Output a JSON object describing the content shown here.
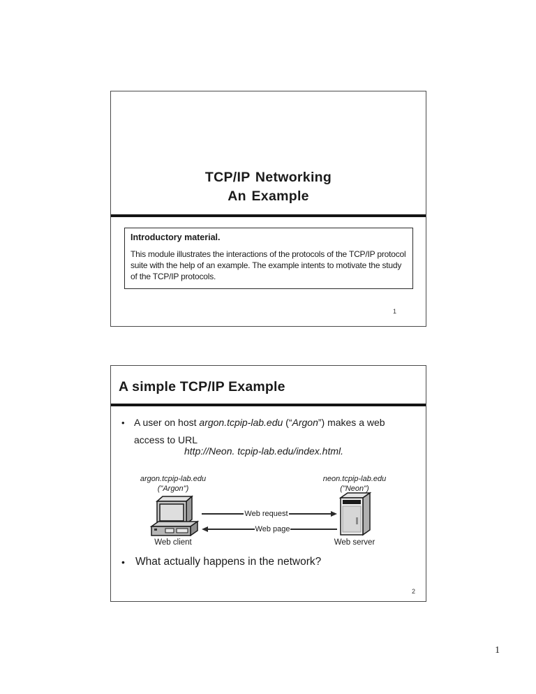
{
  "document": {
    "page_number": "1"
  },
  "colors": {
    "divider": "#141414",
    "text": "#1a1a1a",
    "slide_border": "#4a4a4a"
  },
  "slide1": {
    "title_line1": "TCP/IP Networking",
    "title_line2": "An Example",
    "intro_box": {
      "heading": "Introductory material.",
      "body": "This module illustrates the interactions of the protocols of the TCP/IP protocol suite with the help of an example. The example intents to motivate the study of the TCP/IP protocols."
    },
    "page_number": "1"
  },
  "slide2": {
    "title": "A simple TCP/IP Example",
    "bullet1": {
      "marker": "•",
      "seg_normal1": "A user on host ",
      "seg_italic1": "argon.tcpip-lab.edu",
      "seg_normal2": " (“",
      "seg_italic2": "Argon",
      "seg_normal3": "”) makes a web",
      "line2": "access to URL"
    },
    "url": "http://Neon. tcpip-lab.edu/index.html.",
    "diagram": {
      "client_host": "argon.tcpip-lab.edu",
      "client_alias": "(\"Argon\")",
      "server_host": "neon.tcpip-lab.edu",
      "server_alias": "(\"Neon\")",
      "request_label": "Web request",
      "response_label": "Web page",
      "client_caption": "Web client",
      "server_caption": "Web server",
      "client_icon": "desktop-computer-icon",
      "server_icon": "server-tower-icon"
    },
    "bullet2": {
      "marker": "•",
      "text": "What actually happens in the network?"
    },
    "page_number": "2"
  }
}
